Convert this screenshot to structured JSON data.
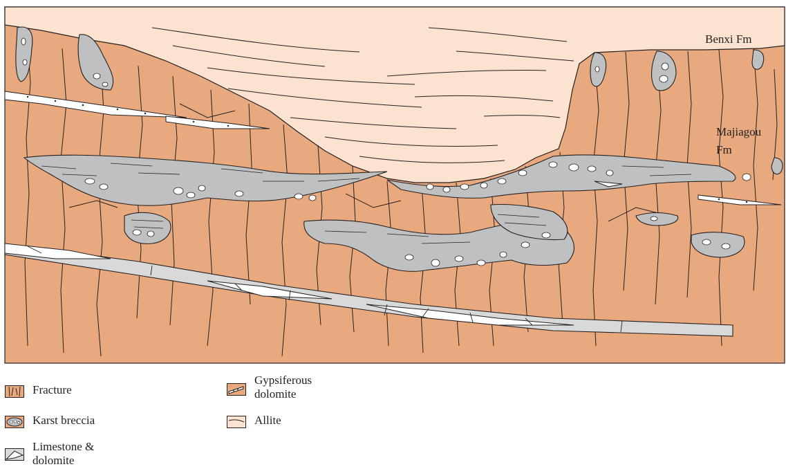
{
  "labels": {
    "benxi": "Benxi Fm",
    "majiagou_line1": "Majiagou",
    "majiagou_line2": "Fm"
  },
  "legend": {
    "fracture": "Fracture",
    "karst_breccia": "Karst breccia",
    "limestone_dolomite": "Limestone &\ndolomite",
    "gypsiferous_dolomite": "Gypsiferous\ndolomite",
    "allite": "Allite"
  },
  "colors": {
    "dolomite": "#e9a97e",
    "allite": "#fbe3d0",
    "breccia": "#bfc0c2",
    "limestone": "#d9d9da",
    "line": "#231f20"
  }
}
